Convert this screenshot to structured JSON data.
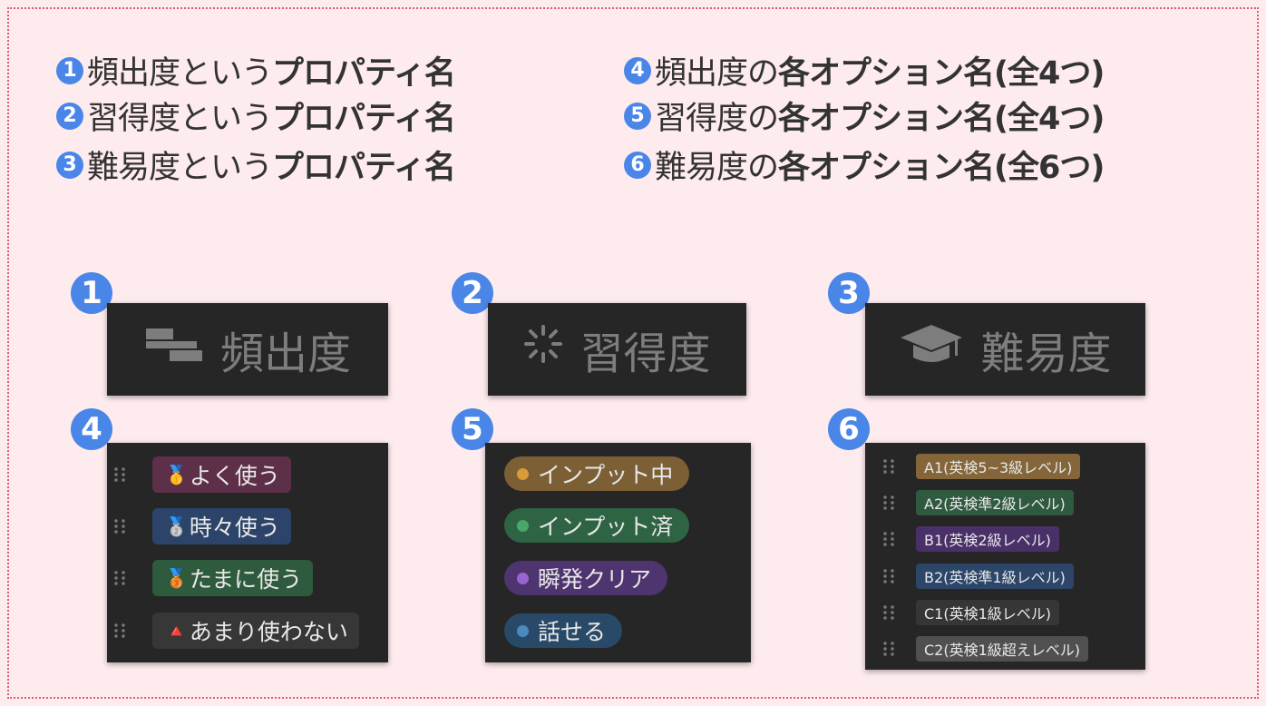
{
  "legend_left": [
    {
      "num": "1",
      "subject": "頻出度という",
      "bold": "プロパティ名"
    },
    {
      "num": "2",
      "subject": "習得度という",
      "bold": "プロパティ名"
    },
    {
      "num": "3",
      "subject": "難易度という",
      "bold": "プロパティ名"
    }
  ],
  "legend_right": [
    {
      "num": "4",
      "subject": "頻出度の",
      "bold": "各オプション名(全4つ)"
    },
    {
      "num": "5",
      "subject": "習得度の",
      "bold": "各オプション名(全4つ)"
    },
    {
      "num": "6",
      "subject": "難易度の",
      "bold": "各オプション名(全6つ)"
    }
  ],
  "properties": [
    {
      "num": "1",
      "icon": "bars-icon",
      "name": "頻出度"
    },
    {
      "num": "2",
      "icon": "loading-spinner-icon",
      "name": "習得度"
    },
    {
      "num": "3",
      "icon": "graduation-cap-icon",
      "name": "難易度"
    }
  ],
  "frequency_options": {
    "num": "4",
    "items": [
      {
        "emoji": "🥇",
        "label": "よく使う",
        "color": "#5e2f48"
      },
      {
        "emoji": "🥈",
        "label": "時々使う",
        "color": "#2c4469"
      },
      {
        "emoji": "🥉",
        "label": "たまに使う",
        "color": "#2e5a3d"
      },
      {
        "emoji": "🔺",
        "label": "あまり使わない",
        "color": "#373737"
      }
    ]
  },
  "mastery_options": {
    "num": "5",
    "items": [
      {
        "label": "インプット中",
        "color": "#7d5f35",
        "dot": "#d89b36"
      },
      {
        "label": "インプット済",
        "color": "#2e6444",
        "dot": "#4ba66a"
      },
      {
        "label": "瞬発クリア",
        "color": "#4e3570",
        "dot": "#9a64cf"
      },
      {
        "label": "話せる",
        "color": "#284a68",
        "dot": "#4a8ac0"
      }
    ]
  },
  "difficulty_options": {
    "num": "6",
    "items": [
      {
        "label": "A1(英検5~3級レベル)",
        "color": "#84663a"
      },
      {
        "label": "A2(英検準2級レベル)",
        "color": "#305a40"
      },
      {
        "label": "B1(英検2級レベル)",
        "color": "#4a3068"
      },
      {
        "label": "B2(英検準1級レベル)",
        "color": "#2c4669"
      },
      {
        "label": "C1(英検1級レベル)",
        "color": "#363636"
      },
      {
        "label": "C2(英検1級超えレベル)",
        "color": "#505050"
      }
    ]
  }
}
